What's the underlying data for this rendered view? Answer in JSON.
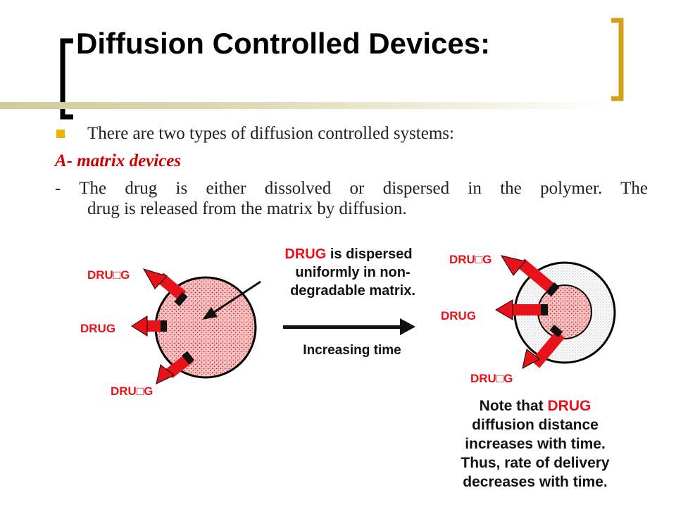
{
  "title": "Diffusion Controlled Devices:",
  "bullet_text": "There are two types of diffusion controlled systems:",
  "subheading": "A- matrix devices",
  "body_line1": "- The drug is either dissolved or dispersed in the polymer. The",
  "body_line2": "drug is released from the matrix by diffusion.",
  "diagram": {
    "left_labels": {
      "top": "DRU□G",
      "middle": "DRUG",
      "bottom": "DRU□G"
    },
    "callout": {
      "highlight": "DRUG",
      "line1_rest": " is dispersed",
      "line2": "uniformly in non-",
      "line3": "degradable matrix."
    },
    "time_label": "Increasing time",
    "right_labels": {
      "top": "DRU□G",
      "middle": "DRUG",
      "bottom": "DRU□G"
    },
    "note": {
      "line1_pre": "Note that ",
      "line1_highlight": "DRUG",
      "line2": "diffusion distance",
      "line3": "increases with time.",
      "line4": "Thus, rate of delivery",
      "line5": "decreases with time."
    }
  },
  "colors": {
    "accent_gold": "#d4a017",
    "bullet": "#e8b400",
    "red": "#e8121a",
    "subheading": "#cc0000"
  }
}
